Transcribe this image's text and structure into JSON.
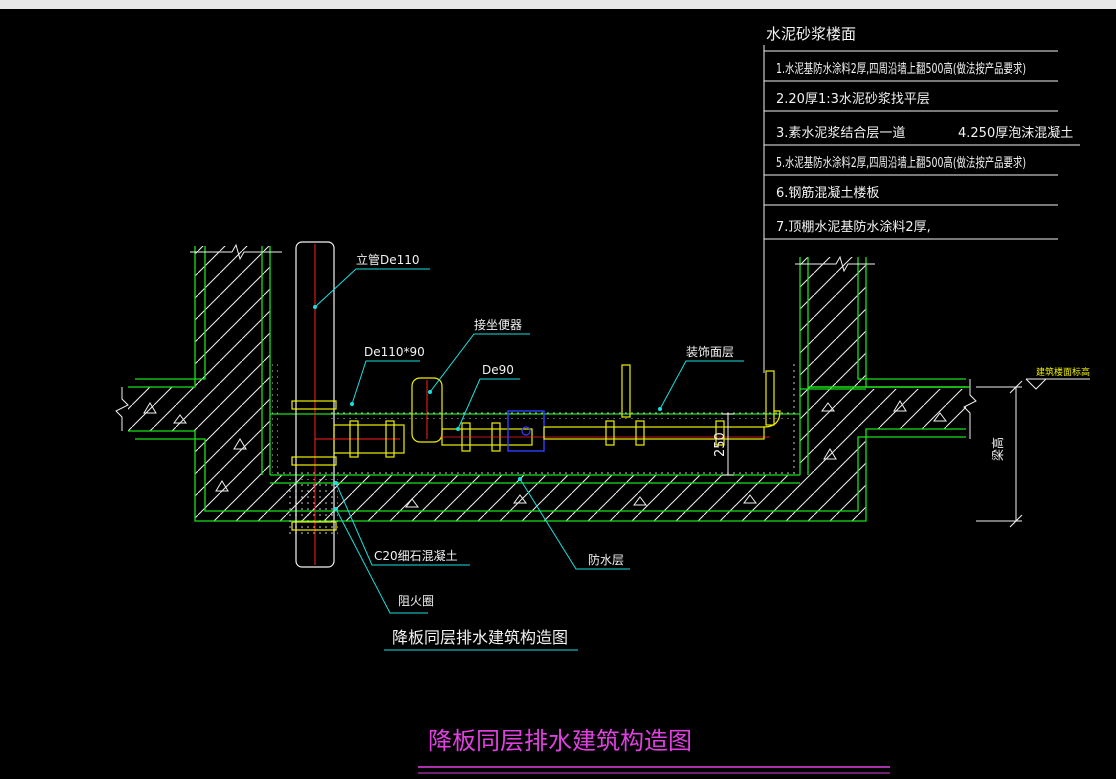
{
  "legend": {
    "heading": "水泥砂浆楼面",
    "items": [
      "1.水泥基防水涂料2厚,四周沿墙上翻500高(做法按产品要求)",
      "2.20厚1:3水泥砂浆找平层",
      "3.素水泥浆结合层一道",
      "4.250厚泡沫混凝土",
      "5.水泥基防水涂料2厚,四周沿墙上翻500高(做法按产品要求)",
      "6.钢筋混凝土楼板",
      "7.顶棚水泥基防水涂料2厚,"
    ]
  },
  "labels": {
    "riser": "立管De110",
    "toilet_connector": "接坐便器",
    "tee": "De110*90",
    "branch": "De90",
    "finish_layer": "装饰面层",
    "dim_250": "250",
    "fine_concrete": "C20细石混凝土",
    "waterproof": "防水层",
    "fire_collar": "阻火圈",
    "level_mark": "建筑楼面标高",
    "beam_height": "梁高"
  },
  "titles": {
    "drawing_title": "降板同层排水建筑构造图",
    "main_title": "降板同层排水建筑构造图"
  },
  "colors": {
    "green": "#19e019",
    "white": "#f2f2f2",
    "red": "#ff2020",
    "yellow": "#f0f000",
    "cyan": "#19e0e0",
    "magenta": "#e040e0",
    "blue": "#3040ff"
  }
}
